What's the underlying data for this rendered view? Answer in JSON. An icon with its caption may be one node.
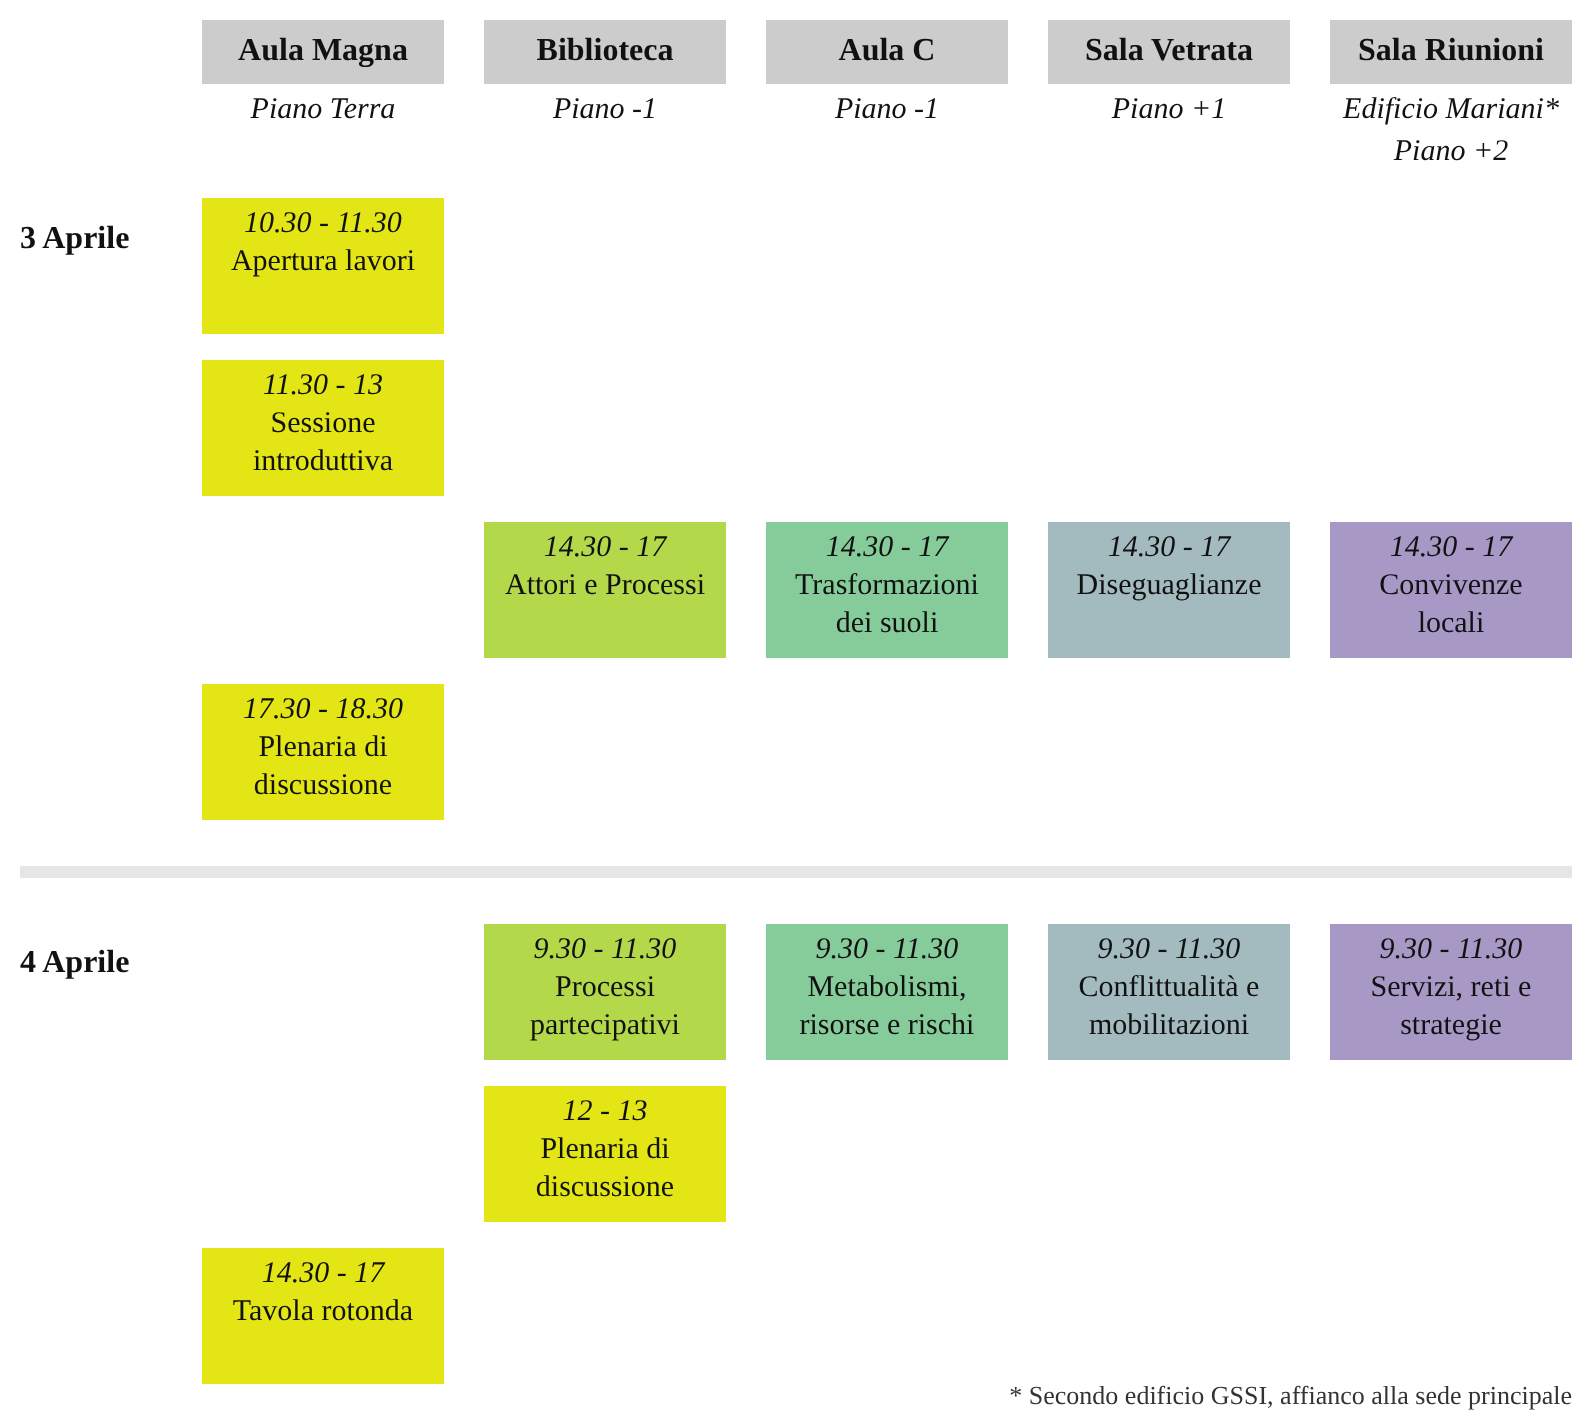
{
  "diagram": {
    "nodes": [
      {
        "text": [
          "Aula Magna"
        ],
        "beside": [
          "Piano Terra"
        ]
      },
      {
        "text": [
          "Biblioteca"
        ],
        "beside": [
          "Piano -1"
        ]
      },
      {
        "text": [
          "Aula C"
        ],
        "beside": [
          "Piano -1"
        ]
      },
      {
        "text": [
          "Sala Vetrata"
        ],
        "beside": [
          "Piano +1"
        ]
      },
      {
        "text": [
          "Sala Riunioni"
        ],
        "beside": [
          "Edificio Mariani* Piano +2"
        ]
      },
      {
        "text": [
          "10.30 - 11.30",
          "Apertura lavori"
        ]
      },
      {
        "text": [
          "11.30 - 13",
          "Sessione introduttiva"
        ]
      },
      {
        "text": [
          "14.30 - 17",
          "Attori e Processi"
        ]
      },
      {
        "text": [
          "14.30 - 17",
          "Trasformazioni dei suoli"
        ]
      },
      {
        "text": [
          "14.30 - 17",
          "Diseguaglianze"
        ]
      },
      {
        "text": [
          "14.30 - 17",
          "Convivenze locali"
        ]
      },
      {
        "text": [
          "17.30 - 18.30",
          "Plenaria di discussione"
        ]
      },
      {
        "text": [
          "9.30 - 11.30",
          "Processi partecipativi"
        ]
      },
      {
        "text": [
          "9.30 - 11.30",
          "Metabolismi, risorse e rischi"
        ]
      },
      {
        "text": [
          "9.30 - 11.30",
          "Conflittualità e mobilitazioni"
        ]
      },
      {
        "text": [
          "9.30 - 11.30",
          "Servizi, reti e strategie"
        ]
      },
      {
        "text": [
          "12 - 13",
          "Plenaria di discussione"
        ]
      },
      {
        "text": [
          "14.30 - 17",
          "Tavola rotonda"
        ]
      }
    ],
    "labels": [
      "3 Aprile",
      "4 Aprile",
      "* Secondo edificio GSSI, affianco alla sede principale"
    ]
  }
}
